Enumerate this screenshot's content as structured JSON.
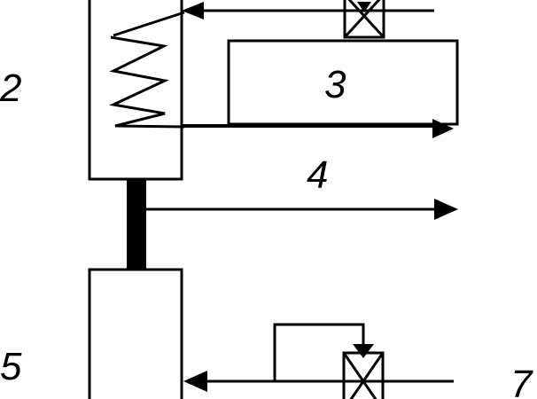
{
  "labels": {
    "l2": "2",
    "l3": "3",
    "l4": "4",
    "l5": "5",
    "l7": "7"
  },
  "colors": {
    "ink": "#000000",
    "background": "#ffffff"
  }
}
